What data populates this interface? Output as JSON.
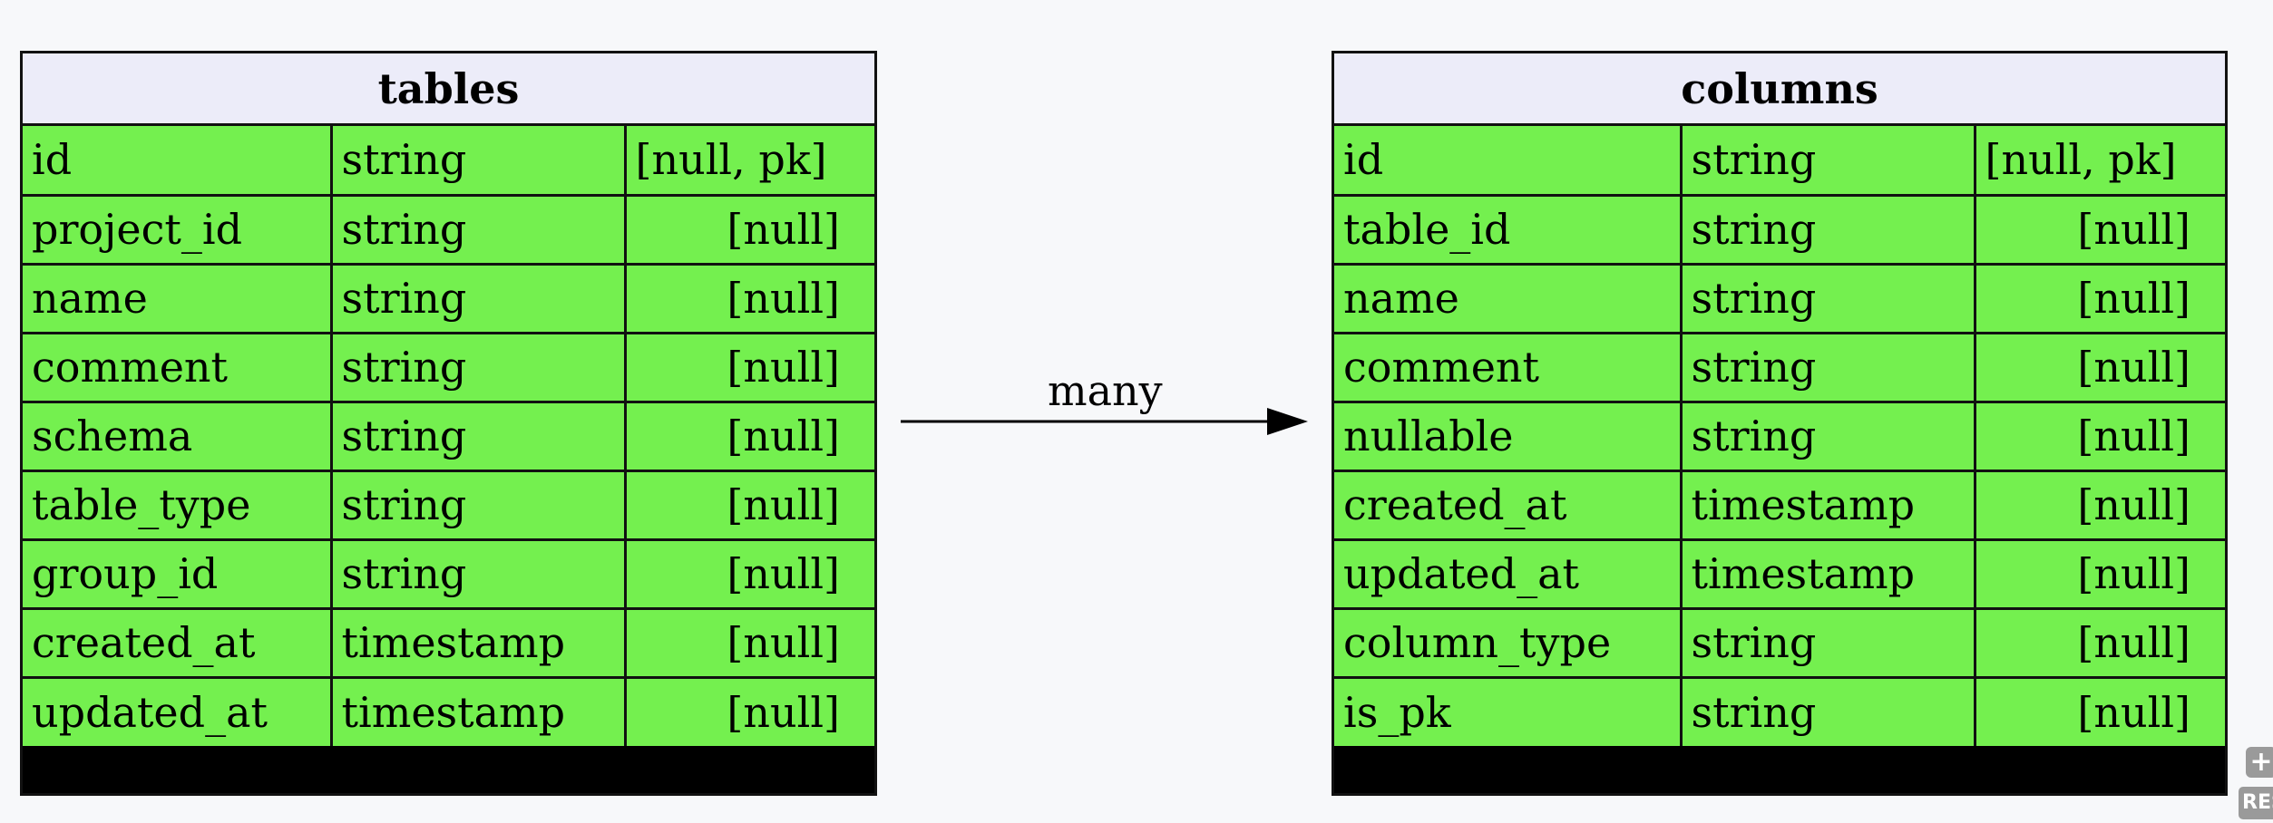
{
  "entities": [
    {
      "title": "tables",
      "fields": [
        {
          "name": "id",
          "type": "string",
          "attr": "[null, pk]"
        },
        {
          "name": "project_id",
          "type": "string",
          "attr": "[null]"
        },
        {
          "name": "name",
          "type": "string",
          "attr": "[null]"
        },
        {
          "name": "comment",
          "type": "string",
          "attr": "[null]"
        },
        {
          "name": "schema",
          "type": "string",
          "attr": "[null]"
        },
        {
          "name": "table_type",
          "type": "string",
          "attr": "[null]"
        },
        {
          "name": "group_id",
          "type": "string",
          "attr": "[null]"
        },
        {
          "name": "created_at",
          "type": "timestamp",
          "attr": "[null]"
        },
        {
          "name": "updated_at",
          "type": "timestamp",
          "attr": "[null]"
        }
      ]
    },
    {
      "title": "columns",
      "fields": [
        {
          "name": "id",
          "type": "string",
          "attr": "[null, pk]"
        },
        {
          "name": "table_id",
          "type": "string",
          "attr": "[null]"
        },
        {
          "name": "name",
          "type": "string",
          "attr": "[null]"
        },
        {
          "name": "comment",
          "type": "string",
          "attr": "[null]"
        },
        {
          "name": "nullable",
          "type": "string",
          "attr": "[null]"
        },
        {
          "name": "created_at",
          "type": "timestamp",
          "attr": "[null]"
        },
        {
          "name": "updated_at",
          "type": "timestamp",
          "attr": "[null]"
        },
        {
          "name": "column_type",
          "type": "string",
          "attr": "[null]"
        },
        {
          "name": "is_pk",
          "type": "string",
          "attr": "[null]"
        }
      ]
    }
  ],
  "relation": {
    "label": "many"
  },
  "controls": {
    "zoom_in": "+",
    "reset": "RESET"
  },
  "colors": {
    "header_bg": "#ececf9",
    "field_bg": "#74f04f",
    "border": "#111111",
    "canvas_bg": "#f7f8fa"
  }
}
